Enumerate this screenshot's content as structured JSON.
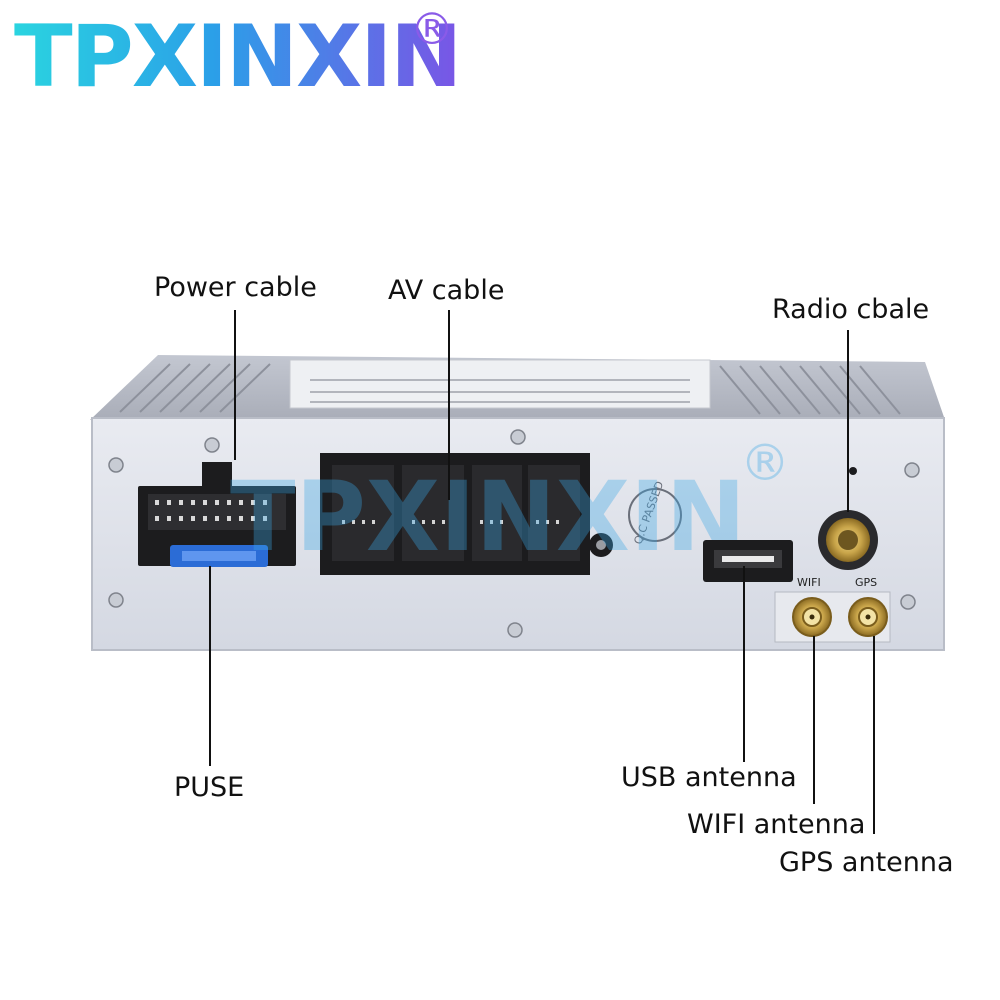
{
  "brand": {
    "name": "TPXINXIN",
    "registered": "®"
  },
  "labels": {
    "power_cable": "Power cable",
    "av_cable": "AV cable",
    "radio_cable": "Radio cbale",
    "fuse": "PUSE",
    "usb_antenna": "USB antenna",
    "wifi_antenna": "WIFI antenna",
    "gps_antenna": "GPS antenna"
  },
  "device": {
    "port_wifi": "WIFI",
    "port_gps": "GPS",
    "qc_stamp": "Q.C PASSED",
    "watermark": "TPXINXIN",
    "watermark_reg": "®"
  },
  "colors": {
    "chassis": "#dfe2ea",
    "connector": "#1c1c1e",
    "fuse": "#2b6cd6",
    "gold": "#c9a54a"
  }
}
